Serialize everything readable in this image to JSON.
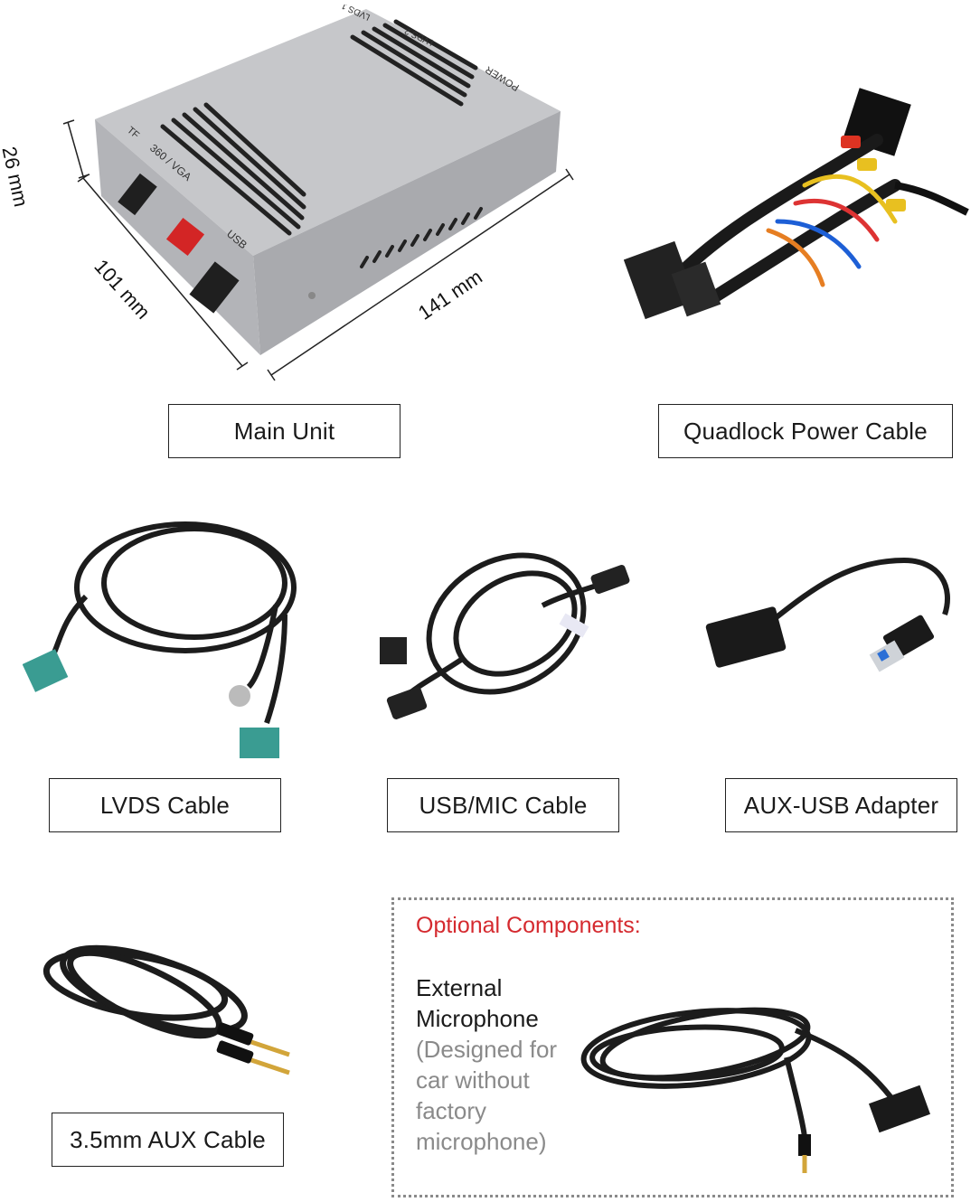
{
  "items": {
    "main_unit": {
      "label": "Main Unit",
      "dimensions": {
        "height": "26 mm",
        "depth": "101 mm",
        "width": "141 mm"
      },
      "printed_labels": {
        "tf": "TF",
        "vga": "360 / VGA",
        "usb": "USB",
        "power": "POWER",
        "lvds1": "LVDS 1",
        "lvds2": "LVDS 2"
      }
    },
    "quadlock": {
      "label": "Quadlock Power Cable"
    },
    "lvds": {
      "label": "LVDS Cable"
    },
    "usb_mic": {
      "label": "USB/MIC Cable"
    },
    "aux_usb": {
      "label": "AUX-USB Adapter"
    },
    "aux_cable": {
      "label": "3.5mm AUX Cable"
    }
  },
  "optional": {
    "title": "Optional Components:",
    "name_line1": "External",
    "name_line2": "Microphone",
    "note": "(Designed for car without factory microphone)"
  },
  "colors": {
    "accent_red": "#d52a2f",
    "note_gray": "#8a8a8a",
    "unit_silver": "#b9babd",
    "cable_black": "#1c1c1c",
    "connector_teal": "#3a9c92"
  }
}
